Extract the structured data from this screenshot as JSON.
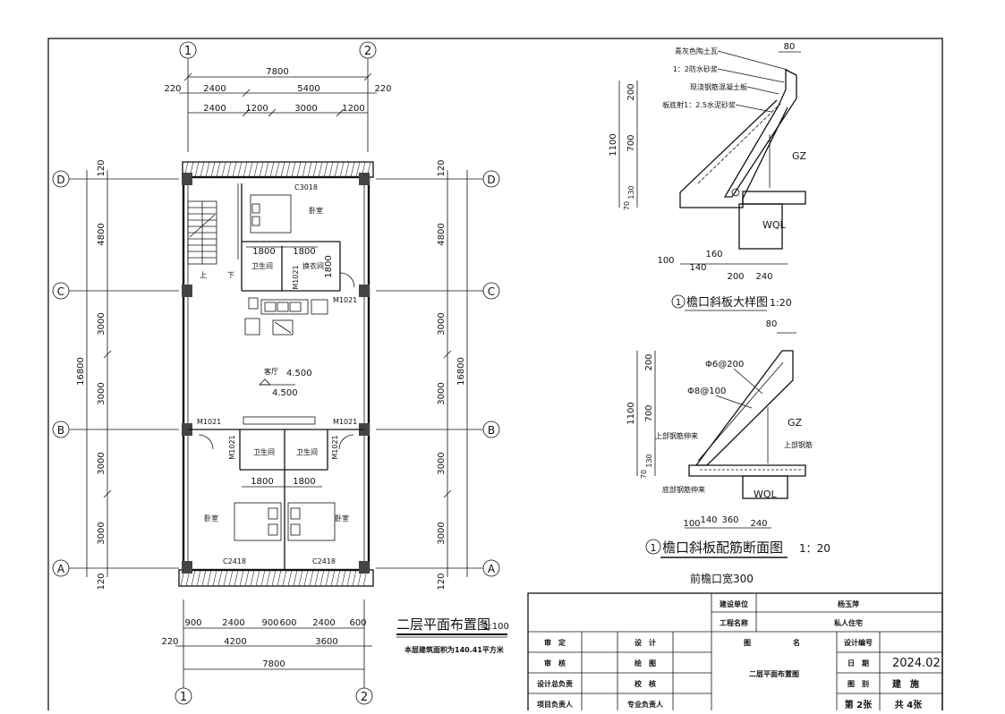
{
  "grid_labels": {
    "axis_1": "1",
    "axis_2": "2",
    "axis_A": "A",
    "axis_B": "B",
    "axis_C": "C",
    "axis_D": "D"
  },
  "plan": {
    "top_dims": {
      "total": "7800",
      "edge_left": "220",
      "edge_right": "220",
      "seg_a": "2400",
      "seg_b": "5400",
      "sub_1": "2400",
      "sub_2": "1200",
      "sub_3": "3000",
      "sub_4": "1200"
    },
    "bottom_dims": {
      "d1": "900",
      "d2": "2400",
      "d3": "900",
      "d4": "600",
      "d5": "2400",
      "d6": "600",
      "edge": "220",
      "w1": "4200",
      "w2": "3600",
      "total": "7800"
    },
    "left_dims": {
      "top_edge": "120",
      "dc": "4800",
      "cb": "3000",
      "cb2": "3000",
      "ba": "3000",
      "ba2": "3000",
      "total": "16800",
      "bottom_edge": "120"
    },
    "right_dims": {
      "top_edge": "120",
      "dc": "4800",
      "cb": "3000",
      "cb2": "3000",
      "ba": "3000",
      "ba2": "3000",
      "total": "16800",
      "bottom_edge": "120"
    },
    "labels": {
      "window_top": "C3018",
      "bedroom": "卧室",
      "bath": "卫生间",
      "laundry": "换衣间",
      "door": "M1021",
      "w1800": "1800",
      "up": "上",
      "down": "下",
      "living": "客厅",
      "elev1": "4.500",
      "elev2": "4.500",
      "window_bottom": "C2418"
    },
    "title": "二层平面布置图",
    "scale": "1:100",
    "area_note": "本层建筑面积为140.41平方米"
  },
  "detail1": {
    "callouts": [
      "青灰色陶土瓦",
      "1：2防水砂浆",
      "现浇钢筋混凝土板",
      "板底射1：2.5水泥砂浆"
    ],
    "dims": {
      "top": "80",
      "v200": "200",
      "v700": "700",
      "v1100": "1100",
      "v70": "70",
      "v130": "130",
      "b100": "100",
      "b140": "140",
      "b160": "160",
      "b200": "200",
      "b240": "240"
    },
    "gz": "GZ",
    "wql": "WQL",
    "marker": "1",
    "title": "檐口斜板大样图",
    "scale": "1:20"
  },
  "detail2": {
    "rebar1": "Φ6@200",
    "rebar2": "Φ8@100",
    "dims": {
      "top": "80",
      "v200": "200",
      "v700": "700",
      "v1100": "1100",
      "v70": "70",
      "v130": "130",
      "b100": "100",
      "b140": "140",
      "b360": "360",
      "b240": "240"
    },
    "gz": "GZ",
    "wql": "WQL",
    "upper_ext": "上部钢筋伸来",
    "upper": "上部钢筋",
    "bottom_ext": "底部钢筋伸来",
    "marker": "1",
    "title": "檐口斜板配筋断面图",
    "scale": "1：20",
    "note": "前檐口宽300"
  },
  "title_block": {
    "unit_label": "建设单位",
    "unit_value": "杨玉萍",
    "project_label": "工程名称",
    "project_value": "私人住宅",
    "r_shending": "审　定",
    "r_sheji": "设　计",
    "r_tu": "图",
    "r_ming": "名",
    "r_number": "设计编号",
    "r_shenhe": "审　核",
    "r_huitu": "绘　图",
    "r_date": "日　期",
    "date_value": "2024.02",
    "r_zongfuze": "设计总负责",
    "r_jiaohe": "校　核",
    "r_tubie": "图　别",
    "tubie_value": "建　施",
    "r_xiangmu": "项目负责人",
    "r_zhuanye": "专业负责人",
    "r_sheet": "第 2张",
    "r_total": "共 4张",
    "drawing_name": "二层平面布置图"
  }
}
